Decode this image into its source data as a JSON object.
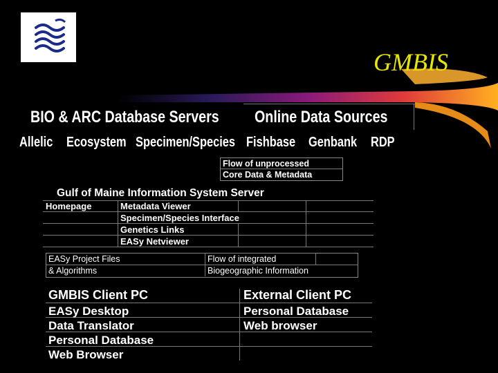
{
  "title": "GMBIS",
  "colors": {
    "title": "#e6e600",
    "background": "#000000",
    "text": "#ffffff",
    "logo_wave": "#1a2a8a",
    "swoosh": "#ff9a1a"
  },
  "server_headers": {
    "left": "BIO & ARC Database Servers",
    "right": "Online Data Sources"
  },
  "sources": [
    "Allelic",
    "Ecosystem",
    "Specimen/Species",
    "Fishbase",
    "Genbank",
    "RDP"
  ],
  "flow_unprocessed": [
    "Flow of unprocessed",
    "Core Data & Metadata"
  ],
  "gmis": {
    "title": "Gulf of Maine Information System Server",
    "homepage": "Homepage",
    "items": [
      "Metadata Viewer",
      "Specimen/Species Interface",
      "Genetics Links",
      "EASy Netviewer"
    ]
  },
  "project_files": [
    "EASy Project Files",
    "& Algorithms"
  ],
  "flow_integrated": [
    "Flow of integrated",
    "Biogeographic Information"
  ],
  "gmbis_client": {
    "title": "GMBIS Client PC",
    "items": [
      "EASy Desktop",
      "Data Translator",
      "Personal Database",
      "Web Browser"
    ]
  },
  "external_client": {
    "title": "External Client PC",
    "items": [
      "Personal Database",
      "Web browser"
    ]
  }
}
